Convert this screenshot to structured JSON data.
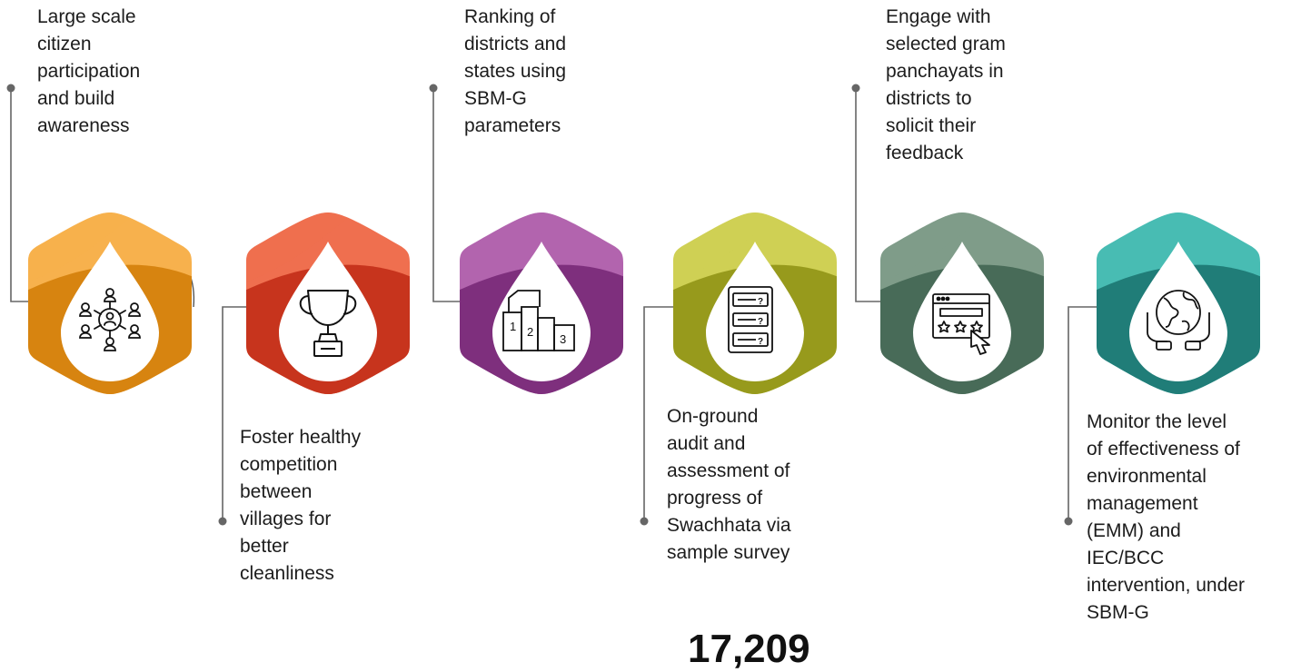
{
  "steps": [
    {
      "text": "Large scale\ncitizen\nparticipation\nand build\nawareness",
      "icon": "citizen-network-icon",
      "color_light": "#f7b14d",
      "color_dark": "#d78410"
    },
    {
      "text": "Foster healthy\ncompetition\nbetween\nvillages for\nbetter\ncleanliness",
      "icon": "trophy-icon",
      "color_light": "#ef6f4f",
      "color_dark": "#c7341d"
    },
    {
      "text": "Ranking of\ndistricts and\nstates using\nSBM-G\nparameters",
      "icon": "podium-ranking-icon",
      "color_light": "#b264ae",
      "color_dark": "#7e2f7d"
    },
    {
      "text": "On-ground\naudit and\nassessment of\nprogress of\nSwachhata via\nsample survey",
      "icon": "survey-checklist-icon",
      "color_light": "#cfd054",
      "color_dark": "#979a1c"
    },
    {
      "text": "Engage with\nselected gram\npanchayats in\ndistricts to\nsolicit their\nfeedback",
      "icon": "rating-feedback-icon",
      "color_light": "#7f9c89",
      "color_dark": "#486b58"
    },
    {
      "text": "Monitor the level\nof effectiveness of\nenvironmental\nmanagement\n(EMM) and\nIEC/BCC\nintervention, under\nSBM-G",
      "icon": "earth-in-hands-icon",
      "color_light": "#48bcb3",
      "color_dark": "#207d78"
    }
  ],
  "partial_number": "17,209"
}
